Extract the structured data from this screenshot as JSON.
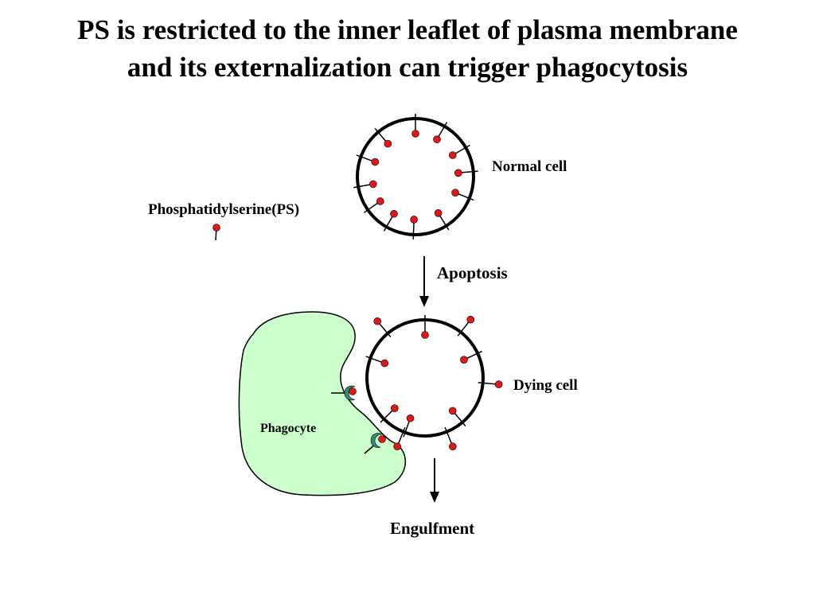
{
  "title": {
    "line1": "PS is restricted to the inner leaflet of plasma membrane",
    "line2": "and its externalization can trigger phagocytosis"
  },
  "labels": {
    "normal_cell": "Normal cell",
    "ps": "Phosphatidylserine(PS)",
    "apoptosis": "Apoptosis",
    "dying_cell": "Dying cell",
    "phagocyte": "Phagocyte",
    "engulfment": "Engulfment"
  },
  "colors": {
    "ps_head": "#e01818",
    "phagocyte_fill": "#ccffcc",
    "receptor": "#2f8f7a"
  }
}
